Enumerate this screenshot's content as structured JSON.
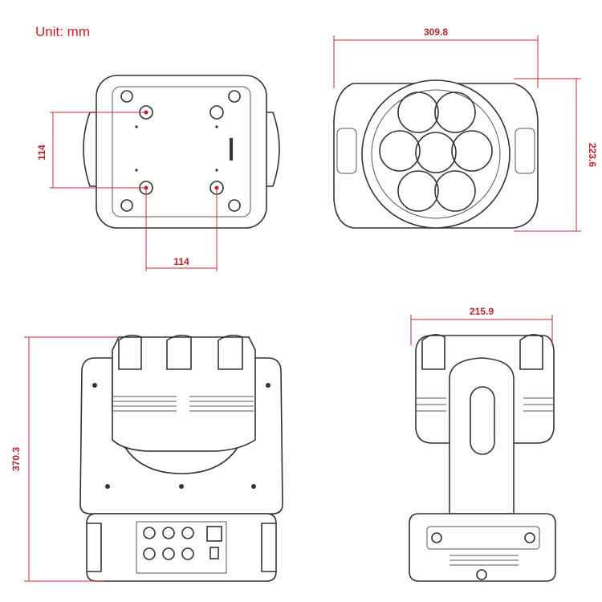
{
  "unit_label": "Unit: mm",
  "dimensions": {
    "top_vertical": "114",
    "top_horizontal": "114",
    "front_width": "309.8",
    "front_height": "223.6",
    "side_width": "215.9",
    "front_full_height": "370.3"
  },
  "colors": {
    "dimension": "#c01f2a",
    "line": "#333333",
    "background": "#ffffff"
  }
}
